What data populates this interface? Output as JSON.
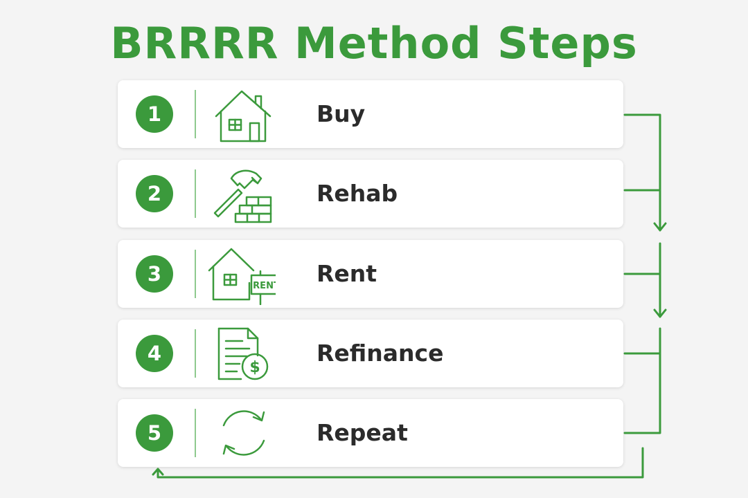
{
  "title": "BRRRR Method Steps",
  "accent_color": "#3b9a3c",
  "steps": [
    {
      "number": "1",
      "label": "Buy",
      "icon": "house-icon"
    },
    {
      "number": "2",
      "label": "Rehab",
      "icon": "hammer-bricks-icon"
    },
    {
      "number": "3",
      "label": "Rent",
      "icon": "house-rent-sign-icon",
      "sign_text": "RENT"
    },
    {
      "number": "4",
      "label": "Refinance",
      "icon": "document-dollar-icon",
      "currency_symbol": "$"
    },
    {
      "number": "5",
      "label": "Repeat",
      "icon": "repeat-arrows-icon"
    }
  ]
}
